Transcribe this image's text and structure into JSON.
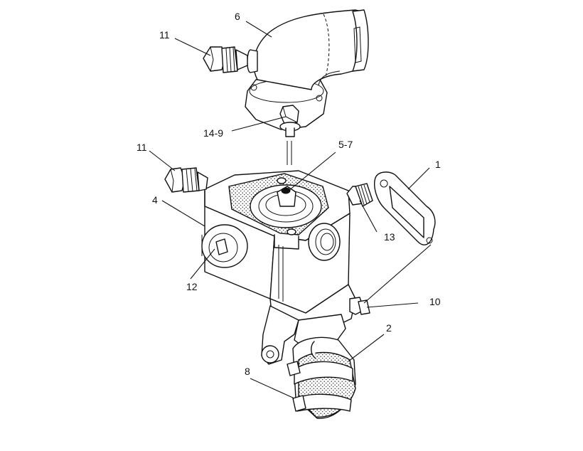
{
  "callouts": {
    "c1": "1",
    "c2": "2",
    "c4": "4",
    "c5_7": "5-7",
    "c6": "6",
    "c8": "8",
    "c10": "10",
    "c11_top": "11",
    "c11_mid": "11",
    "c12": "12",
    "c13": "13",
    "c14_9": "14-9"
  },
  "colors": {
    "ink": "#111111",
    "paper": "#ffffff"
  }
}
